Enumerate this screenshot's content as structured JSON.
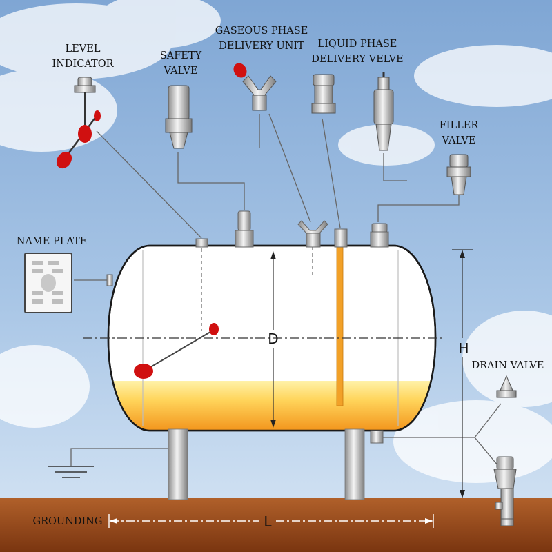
{
  "labels": {
    "level_indicator": [
      "LEVEL",
      "INDICATOR"
    ],
    "safety_valve": [
      "SAFETY",
      "VALVE"
    ],
    "gaseous_phase": [
      "GASEOUS PHASE",
      "DELIVERY UNIT"
    ],
    "liquid_phase": [
      "LIQUID PHASE",
      "DELIVERY VELVE"
    ],
    "filler_valve": [
      "FILLER",
      "VALVE"
    ],
    "name_plate": "NAME PLATE",
    "drain_valve": "DRAIN VALVE",
    "grounding": "GROUNDING"
  },
  "dimensions": {
    "diameter": "D",
    "height": "H",
    "length": "L"
  },
  "colors": {
    "sky": "#8fb3d9",
    "ground": "#9a4a1c",
    "tank_body": "#ffffff",
    "liquid_top": "#ffe680",
    "liquid_bottom": "#f59a1a",
    "float_red": "#d01010",
    "metal": "#c8c8c8",
    "line": "#555555"
  }
}
